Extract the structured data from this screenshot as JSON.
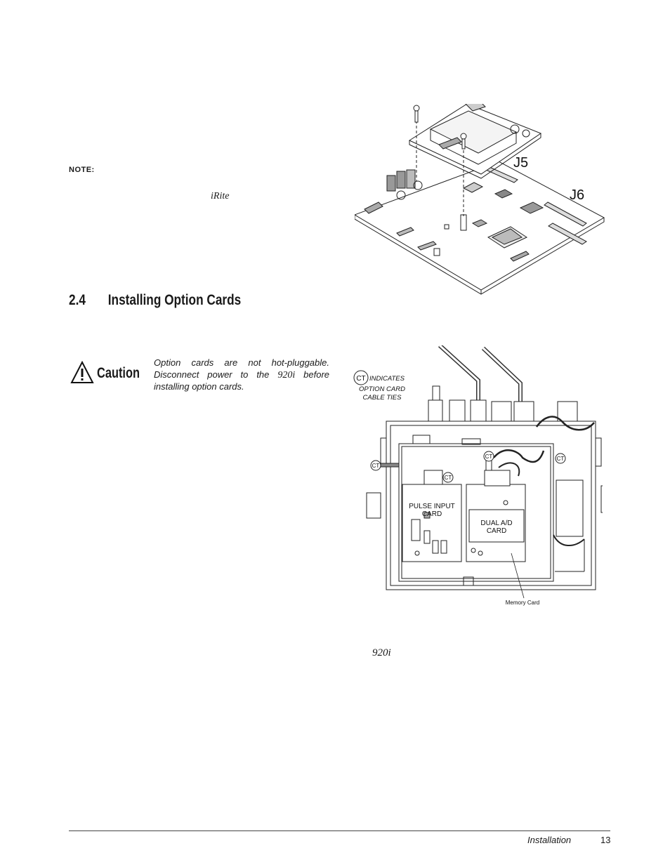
{
  "note": {
    "label": "NOTE:",
    "software": "iRite"
  },
  "section": {
    "number": "2.4",
    "title": "Installing Option Cards"
  },
  "caution": {
    "word": "Caution",
    "text_before": "Option cards are not hot-pluggable. Disconnect power to the ",
    "model": "920i",
    "text_after": " before installing option cards."
  },
  "figure1": {
    "label_j5": "J5",
    "label_j6": "J6"
  },
  "figure2": {
    "legend_ct": "CT",
    "legend_text_line1": "INDICATES",
    "legend_text_line2": "OPTION CARD",
    "legend_text_line3": "CABLE TIES",
    "ct_tag": "CT",
    "card1_line1": "PULSE INPUT",
    "card1_line2": "CARD",
    "card2_line1": "DUAL A/D",
    "card2_line2": "CARD",
    "memory_label": "Memory Card"
  },
  "caption_model": "920i",
  "footer": {
    "section": "Installation",
    "page": "13"
  }
}
